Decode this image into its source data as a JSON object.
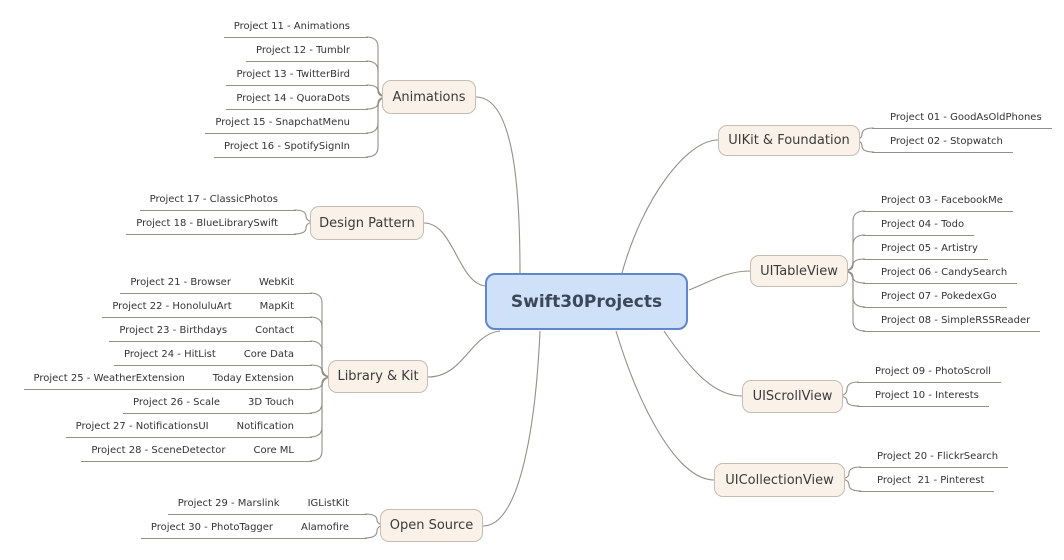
{
  "root": {
    "label": "Swift30Projects"
  },
  "branches": [
    {
      "label": "Animations",
      "leaves": [
        {
          "project": "Project 11 - Animations"
        },
        {
          "project": "Project 12 - Tumblr"
        },
        {
          "project": "Project 13 - TwitterBird"
        },
        {
          "project": "Project 14 - QuoraDots"
        },
        {
          "project": "Project 15 - SnapchatMenu"
        },
        {
          "project": "Project 16 - SpotifySignIn"
        }
      ]
    },
    {
      "label": "Design Pattern",
      "leaves": [
        {
          "project": "Project 17 - ClassicPhotos"
        },
        {
          "project": "Project 18 - BlueLibrarySwift"
        }
      ]
    },
    {
      "label": "Library & Kit",
      "leaves": [
        {
          "project": "Project 21 - Browser",
          "kit": "WebKit"
        },
        {
          "project": "Project 22 - HonoluluArt",
          "kit": "MapKit"
        },
        {
          "project": "Project 23 - Birthdays",
          "kit": "Contact"
        },
        {
          "project": "Project 24 - HitList",
          "kit": "Core Data"
        },
        {
          "project": "Project 25 - WeatherExtension",
          "kit": "Today Extension"
        },
        {
          "project": "Project 26 - Scale",
          "kit": "3D Touch"
        },
        {
          "project": "Project 27 - NotificationsUI",
          "kit": "Notification"
        },
        {
          "project": "Project 28 - SceneDetector",
          "kit": "Core ML"
        }
      ]
    },
    {
      "label": "Open Source",
      "leaves": [
        {
          "project": "Project 29 - Marslink",
          "kit": "IGListKit"
        },
        {
          "project": "Project 30 - PhotoTagger",
          "kit": "Alamofire"
        }
      ]
    },
    {
      "label": "UIKit & Foundation",
      "leaves": [
        {
          "project": "Project 01 - GoodAsOldPhones"
        },
        {
          "project": "Project 02 - Stopwatch"
        }
      ]
    },
    {
      "label": "UITableView",
      "leaves": [
        {
          "project": "Project 03 - FacebookMe"
        },
        {
          "project": "Project 04 - Todo"
        },
        {
          "project": "Project 05 - Artistry"
        },
        {
          "project": "Project 06 - CandySearch"
        },
        {
          "project": "Project 07 - PokedexGo"
        },
        {
          "project": "Project 08 - SimpleRSSReader"
        }
      ]
    },
    {
      "label": "UIScrollView",
      "leaves": [
        {
          "project": "Project 09 - PhotoScroll"
        },
        {
          "project": "Project 10 - Interests"
        }
      ]
    },
    {
      "label": "UICollectionView",
      "leaves": [
        {
          "project": "Project 20 - FlickrSearch"
        },
        {
          "project": "Project  21 - Pinterest"
        }
      ]
    }
  ],
  "colors": {
    "root_fill": "#cfe1f8",
    "root_border": "#6286cc",
    "root_text": "#3c4858",
    "category_fill": "#faf1e9",
    "category_border": "#c6bcb2",
    "category_text": "#3b3b3b",
    "connector_line": "#948f88",
    "leaf_text": "#333333",
    "background": "#ffffff"
  }
}
